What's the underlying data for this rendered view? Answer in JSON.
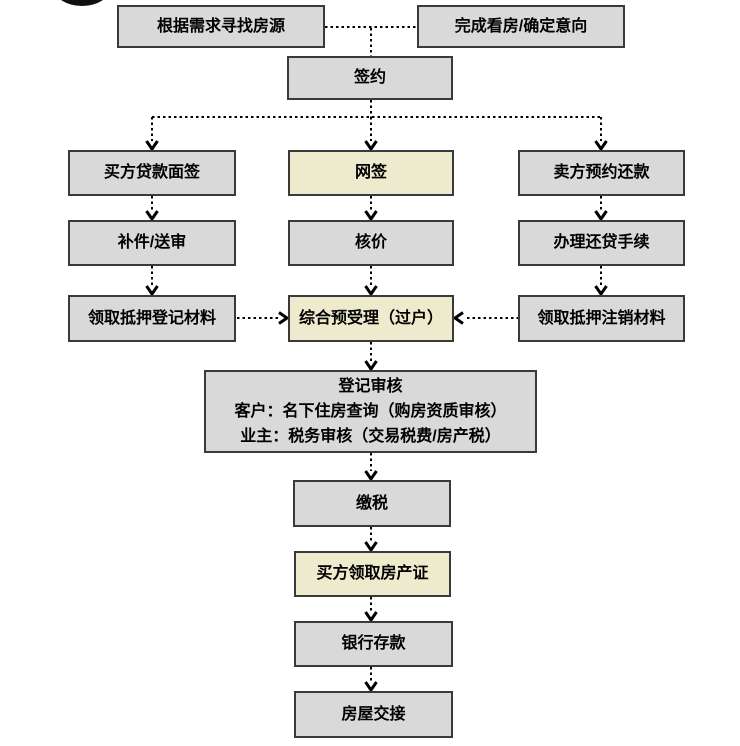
{
  "diagram": {
    "type": "flowchart",
    "language": "zh-CN",
    "colors": {
      "node_fill_gray": "#d9d9d9",
      "node_fill_highlight": "#edeacd",
      "node_border": "#3a3a3a",
      "connector": "#000000",
      "background": "#ffffff"
    },
    "nodes": {
      "find_listing": {
        "label": "根据需求寻找房源"
      },
      "confirm_intent": {
        "label": "完成看房/确定意向"
      },
      "sign_contract": {
        "label": "签约"
      },
      "buyer_loan_interview": {
        "label": "买方贷款面签"
      },
      "online_sign": {
        "label": "网签"
      },
      "seller_repay_appointment": {
        "label": "卖方预约还款"
      },
      "supplement_review": {
        "label": "补件/送审"
      },
      "price_verification": {
        "label": "核价"
      },
      "loan_repayment": {
        "label": "办理还贷手续"
      },
      "mortgage_registration_materials": {
        "label": "领取抵押登记材料"
      },
      "combined_pre_acceptance": {
        "label": "综合预受理（过户）"
      },
      "mortgage_cancellation_materials": {
        "label": "领取抵押注销材料"
      },
      "registration_review": {
        "line1": "登记审核",
        "line2": "客户：名下住房查询（购房资质审核）",
        "line3": "业主：税务审核（交易税费/房产税）"
      },
      "pay_tax": {
        "label": "缴税"
      },
      "buyer_get_certificate": {
        "label": "买方领取房产证"
      },
      "bank_deposit": {
        "label": "银行存款"
      },
      "house_handover": {
        "label": "房屋交接"
      }
    }
  }
}
